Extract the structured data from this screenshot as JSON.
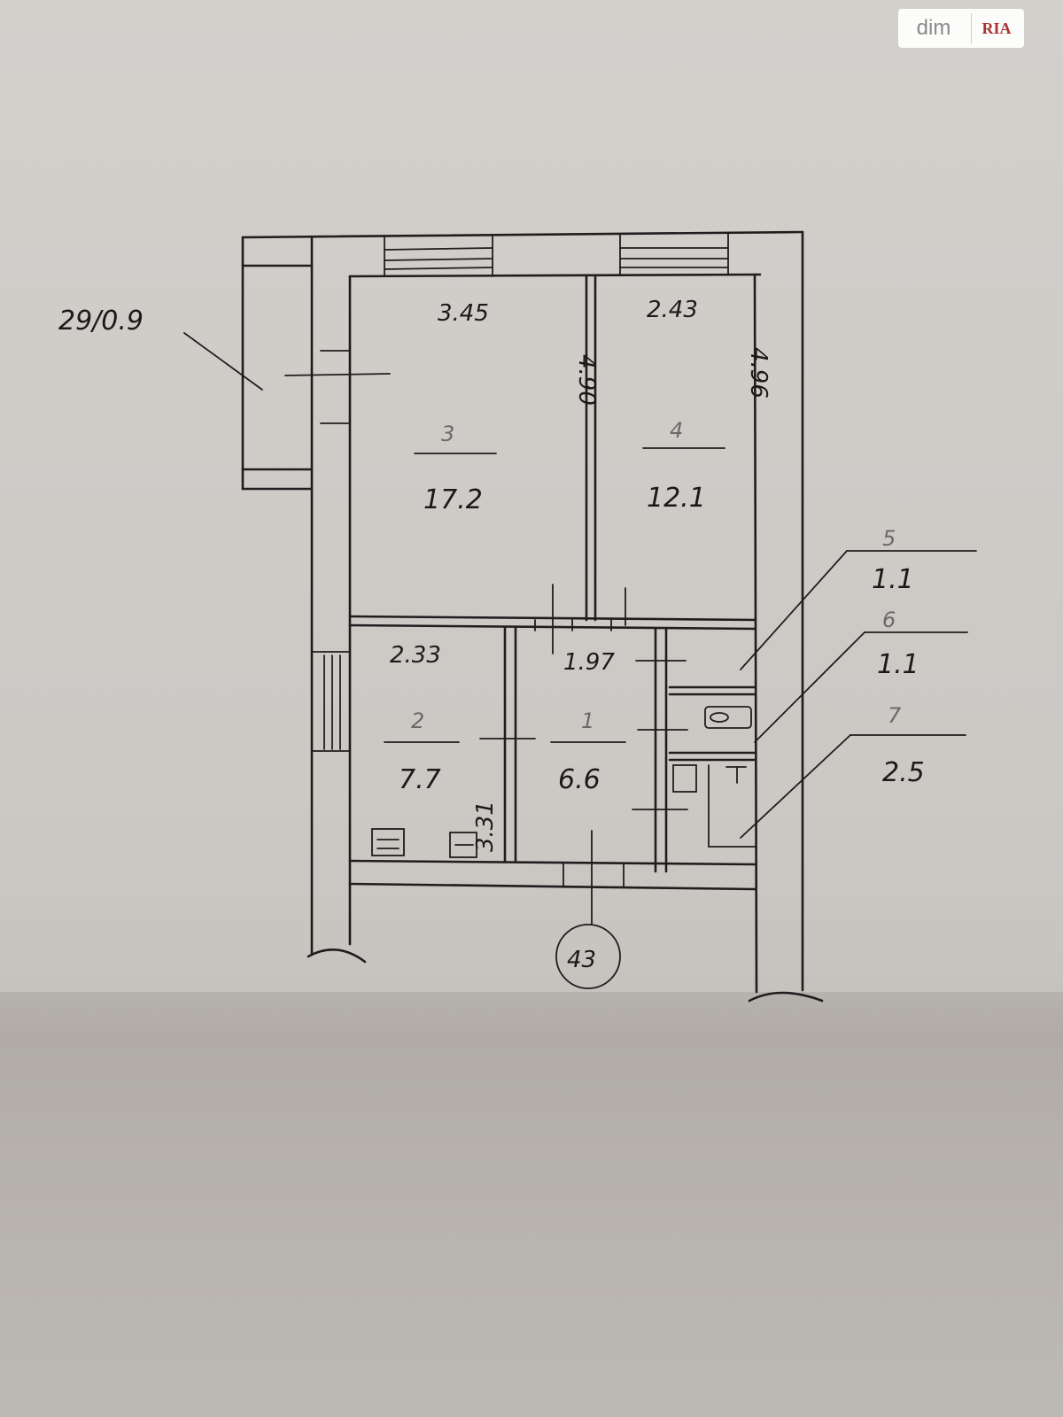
{
  "watermark": {
    "text_left": "dim",
    "text_right": "RIA"
  },
  "balcony_label": "29/0.9",
  "rooms": {
    "r1": {
      "number": "1",
      "area": "6.6",
      "width": "1.97"
    },
    "r2": {
      "number": "2",
      "area": "7.7",
      "width": "2.33",
      "depth": "3.31"
    },
    "r3": {
      "number": "3",
      "area": "17.2",
      "width": "3.45",
      "depth": "4.90"
    },
    "r4": {
      "number": "4",
      "area": "12.1",
      "width": "2.43",
      "depth": "4.96"
    },
    "r5": {
      "number": "5",
      "area": "1.1"
    },
    "r6": {
      "number": "6",
      "area": "1.1"
    },
    "r7": {
      "number": "7",
      "area": "2.5"
    }
  },
  "entrance_label": "43"
}
